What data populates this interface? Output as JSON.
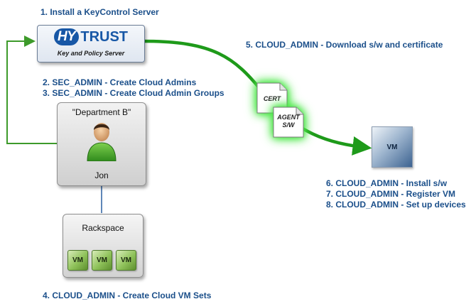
{
  "steps": {
    "step1": "1. Install a KeyControl Server",
    "step2": "2. SEC_ADMIN - Create Cloud Admins",
    "step3": "3. SEC_ADMIN - Create Cloud Admin Groups",
    "step4": "4. CLOUD_ADMIN - Create Cloud VM Sets",
    "step5": "5. CLOUD_ADMIN - Download s/w and certificate",
    "step6": "6. CLOUD_ADMIN - Install s/w",
    "step7": "7. CLOUD_ADMIN - Register VM",
    "step8": "8. CLOUD_ADMIN - Set up devices"
  },
  "server": {
    "logo_part1": "HY",
    "logo_part2": "TRUST",
    "caption": "Key and Policy Server"
  },
  "department": {
    "title": "\"Department B\"",
    "user": "Jon"
  },
  "rackspace": {
    "title": "Rackspace",
    "vms": [
      "VM",
      "VM",
      "VM"
    ]
  },
  "target_vm": {
    "label": "VM"
  },
  "documents": {
    "cert": "CERT",
    "agent_line1": "AGENT",
    "agent_line2": "S/W"
  },
  "colors": {
    "step_text": "#1b4f8a",
    "flow_arrow": "#1e9a1a",
    "feedback_line": "#3d9a2a",
    "link_line": "#2a5fa0",
    "logo_blue": "#1757a6"
  }
}
